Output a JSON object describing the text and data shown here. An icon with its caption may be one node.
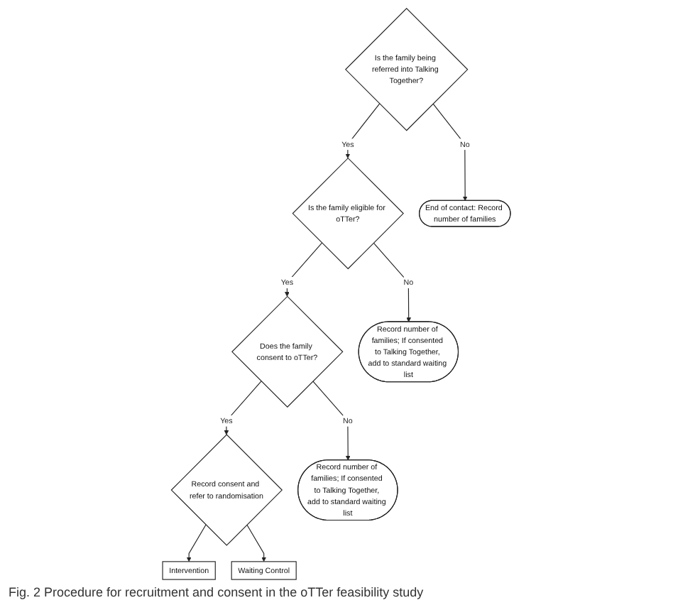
{
  "diagram": {
    "caption": "Fig. 2 Procedure for recruitment and consent in the oTTer feasibility study",
    "nodes": [
      {
        "text": [
          "Is the family being referred into Talking Together?"
        ]
      },
      {
        "text": [
          "End of contact: Record number of families"
        ]
      },
      {
        "text": [
          "Is the family eligible for oTTer?"
        ]
      },
      {
        "text": [
          "Record number of families; If consented to Talking Together, add to standard waiting list"
        ]
      },
      {
        "text": [
          "Does the family consent to oTTer?"
        ]
      },
      {
        "text": [
          "Record number of families; If consented to Talking Together, add to standard waiting list"
        ]
      },
      {
        "text": [
          "Record consent and refer to randomisation"
        ]
      },
      {
        "text": [
          "Intervention"
        ]
      },
      {
        "text": [
          "Waiting Control"
        ]
      }
    ],
    "edges": [
      {
        "from": 0,
        "to": 2,
        "arrow": "to",
        "label": "Yes"
      },
      {
        "from": 0,
        "to": 1,
        "arrow": "to",
        "label": "No"
      },
      {
        "from": 2,
        "to": 3,
        "arrow": "to",
        "label": "No"
      },
      {
        "from": 2,
        "to": 4,
        "arrow": "to",
        "label": "Yes"
      },
      {
        "from": 4,
        "to": 5,
        "arrow": "to",
        "label": "No"
      },
      {
        "from": 4,
        "to": 6,
        "arrow": "to",
        "label": "Yes"
      },
      {
        "from": 6,
        "to": 7,
        "arrow": "to"
      },
      {
        "from": 6,
        "to": 8,
        "arrow": "to"
      }
    ]
  }
}
